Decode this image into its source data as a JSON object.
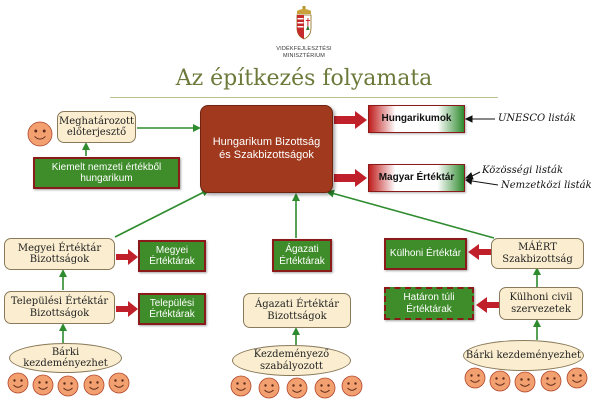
{
  "header": {
    "ministry": "VIDÉKFEJLESZTÉSI MINISZTÉRIUM",
    "title": "Az építkezés folyamata"
  },
  "nodes": {
    "center": "Hungarikum Bizottság és Szakbizottságok",
    "meghatarozott": "Meghatározott előterjesztő",
    "kiemelt": "Kiemelt nemzeti értékből hungarikum",
    "hungarikumok": "Hungarikumok",
    "magyar_ertektar": "Magyar Értéktár",
    "megyei_bizottsagok": "Megyei Értéktár Bizottságok",
    "megyei_ertektarak": "Megyei Értéktárak",
    "telepulesi_bizottsagok": "Települési Értéktár Bizottságok",
    "telepulesi_ertektarak": "Települési Értéktárak",
    "agazati_ertektarak": "Ágazati Értéktárak",
    "agazati_bizottsagok": "Ágazati Értéktár Bizottságok",
    "kulhoni_ertektar": "Külhoni Értéktár",
    "maert": "MÁÉRT Szakbizottság",
    "hataron_tuli": "Határon túli Értéktárak",
    "kulhoni_civil": "Külhoni civil szervezetek",
    "barki_left": "Bárki kezdeményezhet",
    "kezdemenyezo": "Kezdeményező szabályozott",
    "barki_right": "Bárki kezdeményezhet"
  },
  "side_labels": {
    "unesco": "UNESCO listák",
    "kozossegi": "Közösségi listák",
    "nemzetkozi": "Nemzetközi listák"
  },
  "colors": {
    "green_box": "#3e8c2a",
    "green_border": "#8b1a1a",
    "center_box": "#a0391d",
    "beige_box": "#fbeed0",
    "red_arrow": "#c0202a",
    "green_arrow": "#2e8b2e",
    "smiley": "#f3a070"
  }
}
